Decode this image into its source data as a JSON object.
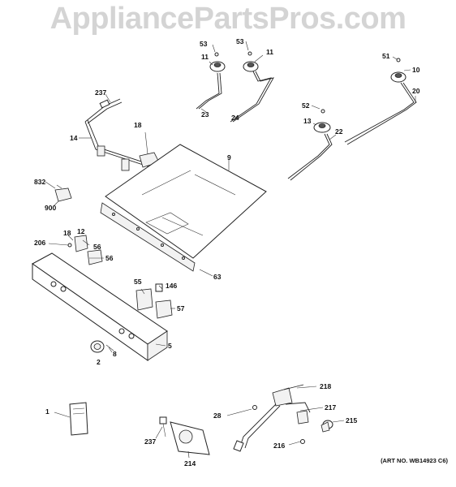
{
  "watermark": "AppliancePartsPros.com",
  "art_number": "(ART NO. WB14923 C6)",
  "callouts": {
    "p53a": "53",
    "p53b": "53",
    "p11a": "11",
    "p11b": "11",
    "p51": "51",
    "p10": "10",
    "p20": "20",
    "p237a": "237",
    "p18a": "18",
    "p23": "23",
    "p24": "24",
    "p52": "52",
    "p13": "13",
    "p22": "22",
    "p14": "14",
    "p9": "9",
    "p832": "832",
    "p900": "900",
    "p18b": "18",
    "p12": "12",
    "p206": "206",
    "p56a": "56",
    "p56b": "56",
    "p63": "63",
    "p55": "55",
    "p146": "146",
    "p57": "57",
    "p5": "5",
    "p8": "8",
    "p2": "2",
    "p218": "218",
    "p28": "28",
    "p217": "217",
    "p1": "1",
    "p215": "215",
    "p216": "216",
    "p237b": "237",
    "p214": "214"
  }
}
